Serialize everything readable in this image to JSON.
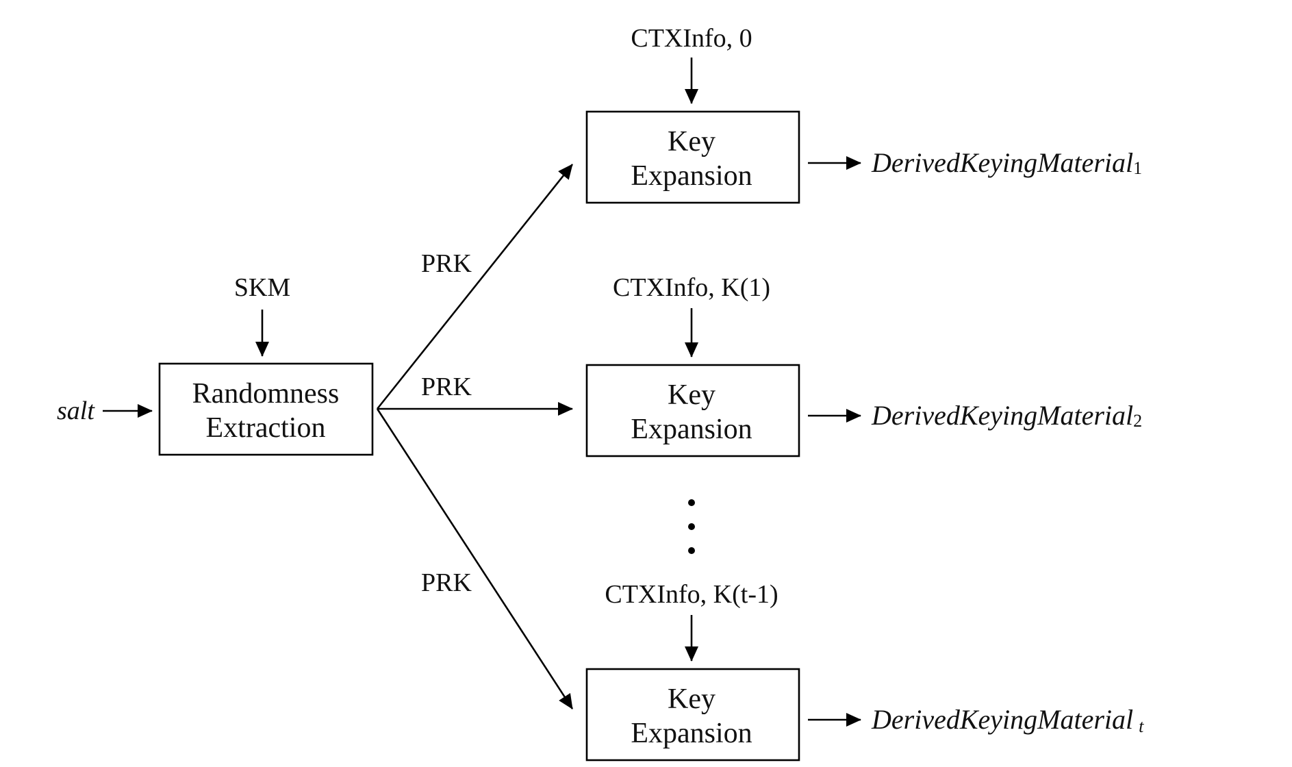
{
  "diagram": {
    "salt": "salt",
    "skm": "SKM",
    "extraction": {
      "line1": "Randomness",
      "line2": "Extraction"
    },
    "prk_labels": [
      "PRK",
      "PRK",
      "PRK"
    ],
    "expansions": [
      {
        "input": "CTXInfo, 0",
        "line1": "Key",
        "line2": "Expansion",
        "output": "DerivedKeyingMaterial",
        "subscript": "1"
      },
      {
        "input": "CTXInfo, K(1)",
        "line1": "Key",
        "line2": "Expansion",
        "output": "DerivedKeyingMaterial",
        "subscript": "2"
      },
      {
        "input": "CTXInfo, K(t-1)",
        "line1": "Key",
        "line2": "Expansion",
        "output": "DerivedKeyingMaterial",
        "subscript": "t"
      }
    ]
  }
}
